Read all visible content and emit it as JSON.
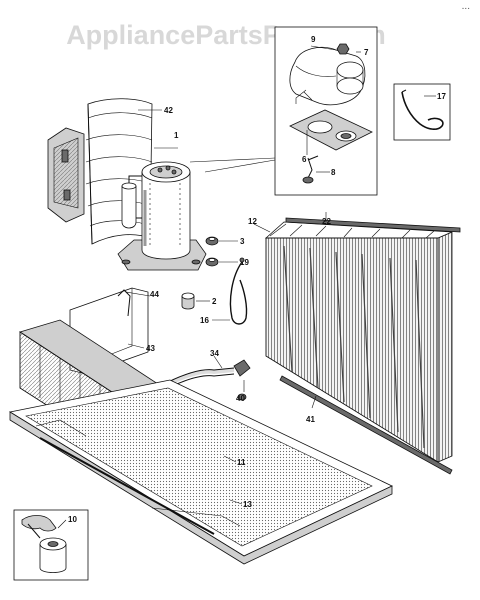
{
  "watermark": {
    "text": "AppliancePartsPros.com"
  },
  "corner_mark": "...",
  "callouts": {
    "c1": "1",
    "c2": "2",
    "c3": "3",
    "c6": "6",
    "c7": "7",
    "c8": "8",
    "c9": "9",
    "c10": "10",
    "c11": "11",
    "c12": "12",
    "c13": "13",
    "c16": "16",
    "c17": "17",
    "c19": "19",
    "c22": "22",
    "c34": "34",
    "c40": "40",
    "c41": "41",
    "c42": "42",
    "c43": "43",
    "c44": "44"
  }
}
